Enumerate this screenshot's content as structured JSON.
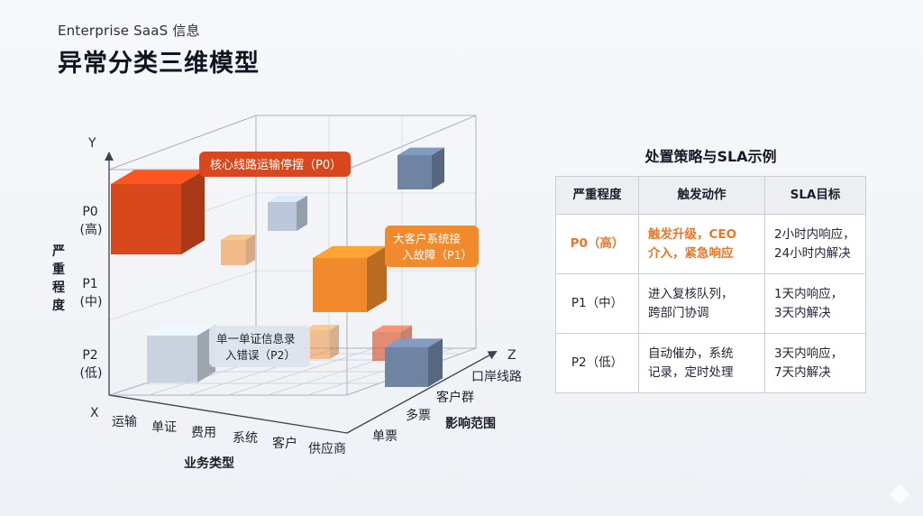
{
  "header": {
    "subtitle": "Enterprise SaaS 信息",
    "title": "异常分类三维模型"
  },
  "diagram": {
    "axes": {
      "y": "Y",
      "x": "X",
      "z": "Z",
      "y_title": [
        "严",
        "重",
        "程",
        "度"
      ],
      "x_title": "业务类型",
      "z_title": "影响范围"
    },
    "y_levels": [
      {
        "code": "P0",
        "note": "(高)"
      },
      {
        "code": "P1",
        "note": "(中)"
      },
      {
        "code": "P2",
        "note": "(低)"
      }
    ],
    "x_categories": [
      "运输",
      "单证",
      "费用",
      "系统",
      "客户",
      "供应商"
    ],
    "z_categories": [
      "单票",
      "多票",
      "客户群",
      "口岸线路"
    ],
    "callouts": {
      "p0": "核心线路运输停摆（P0）",
      "p1_line1": "大客户系统接",
      "p1_line2": "入故障（P1）",
      "p2_line1": "单一单证信息录",
      "p2_line2": "入错误（P2）"
    },
    "colors": {
      "p0": "#d9481c",
      "p1": "#f08a2c",
      "p2": "#c9d3e0",
      "steel": "#6e84a2",
      "light_steel": "#b7c5d8"
    }
  },
  "panel": {
    "title": "处置策略与SLA示例",
    "headers": [
      "严重程度",
      "触发动作",
      "SLA目标"
    ],
    "rows": [
      {
        "level": "P0（高）",
        "action_1": "触发升级，CEO",
        "action_2": "介入，紧急响应",
        "sla_1": "2小时内响应，",
        "sla_2": "24小时内解决"
      },
      {
        "level": "P1（中）",
        "action_1": "进入复核队列，",
        "action_2": "跨部门协调",
        "sla_1": "1天内响应，",
        "sla_2": "3天内解决"
      },
      {
        "level": "P2（低）",
        "action_1": "自动催办，系统",
        "action_2": "记录，定时处理",
        "sla_1": "3天内响应，",
        "sla_2": "7天内解决"
      }
    ]
  }
}
